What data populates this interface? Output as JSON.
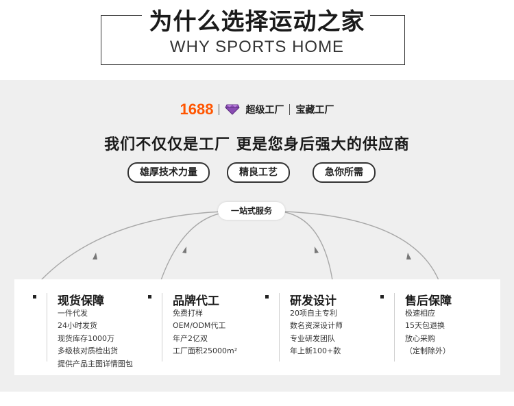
{
  "header": {
    "title": "为什么选择运动之家",
    "subtitle": "WHY SPORTS HOME"
  },
  "brand": {
    "logo_text": "1688",
    "super_factory": "超级工厂",
    "treasure_factory": "宝藏工厂",
    "accent_color": "#ff5500",
    "diamond_color": "#7a3fa0"
  },
  "headline": "我们不仅仅是工厂   更是您身后强大的供应商",
  "pills": [
    "雄厚技术力量",
    "精良工艺",
    "急你所需"
  ],
  "one_stop_label": "一站式服务",
  "services": [
    {
      "title": "现货保障",
      "items": [
        "一件代发",
        "24小时发货",
        "现货库存1000万",
        "多级核对质检出货",
        "提供产品主图详情图包"
      ]
    },
    {
      "title": "品牌代工",
      "items": [
        "免费打样",
        "OEM/ODM代工",
        "年产2亿双",
        "工厂面积25000m²"
      ]
    },
    {
      "title": "研发设计",
      "items": [
        "20项自主专利",
        "数名资深设计师",
        "专业研发团队",
        "年上新100+款"
      ]
    },
    {
      "title": "售后保障",
      "items": [
        "极速相应",
        "15天包退换",
        "放心采购",
        "（定制除外）"
      ]
    }
  ]
}
